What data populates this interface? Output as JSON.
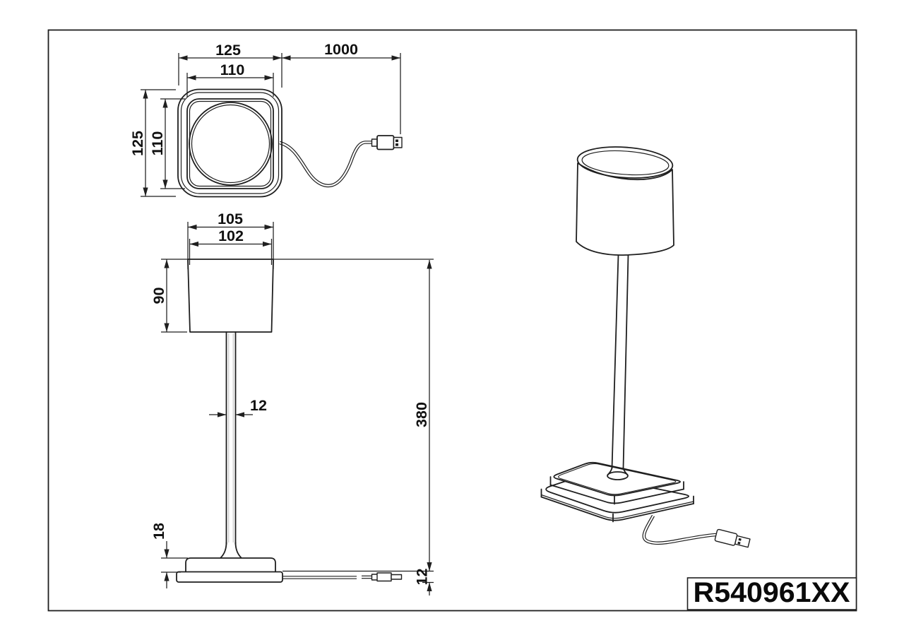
{
  "drawing": {
    "part_number": "R540961XX",
    "views": {
      "top": {
        "dims": {
          "outer_width": "125",
          "inner_width": "110",
          "cable_length": "1000",
          "outer_depth": "125",
          "inner_depth": "110"
        }
      },
      "front": {
        "dims": {
          "shade_top_diameter": "105",
          "shade_bottom_diameter": "102",
          "shade_height": "90",
          "stem_diameter": "12",
          "body_height": "380",
          "base_height": "18",
          "plate_height": "12"
        }
      }
    }
  }
}
